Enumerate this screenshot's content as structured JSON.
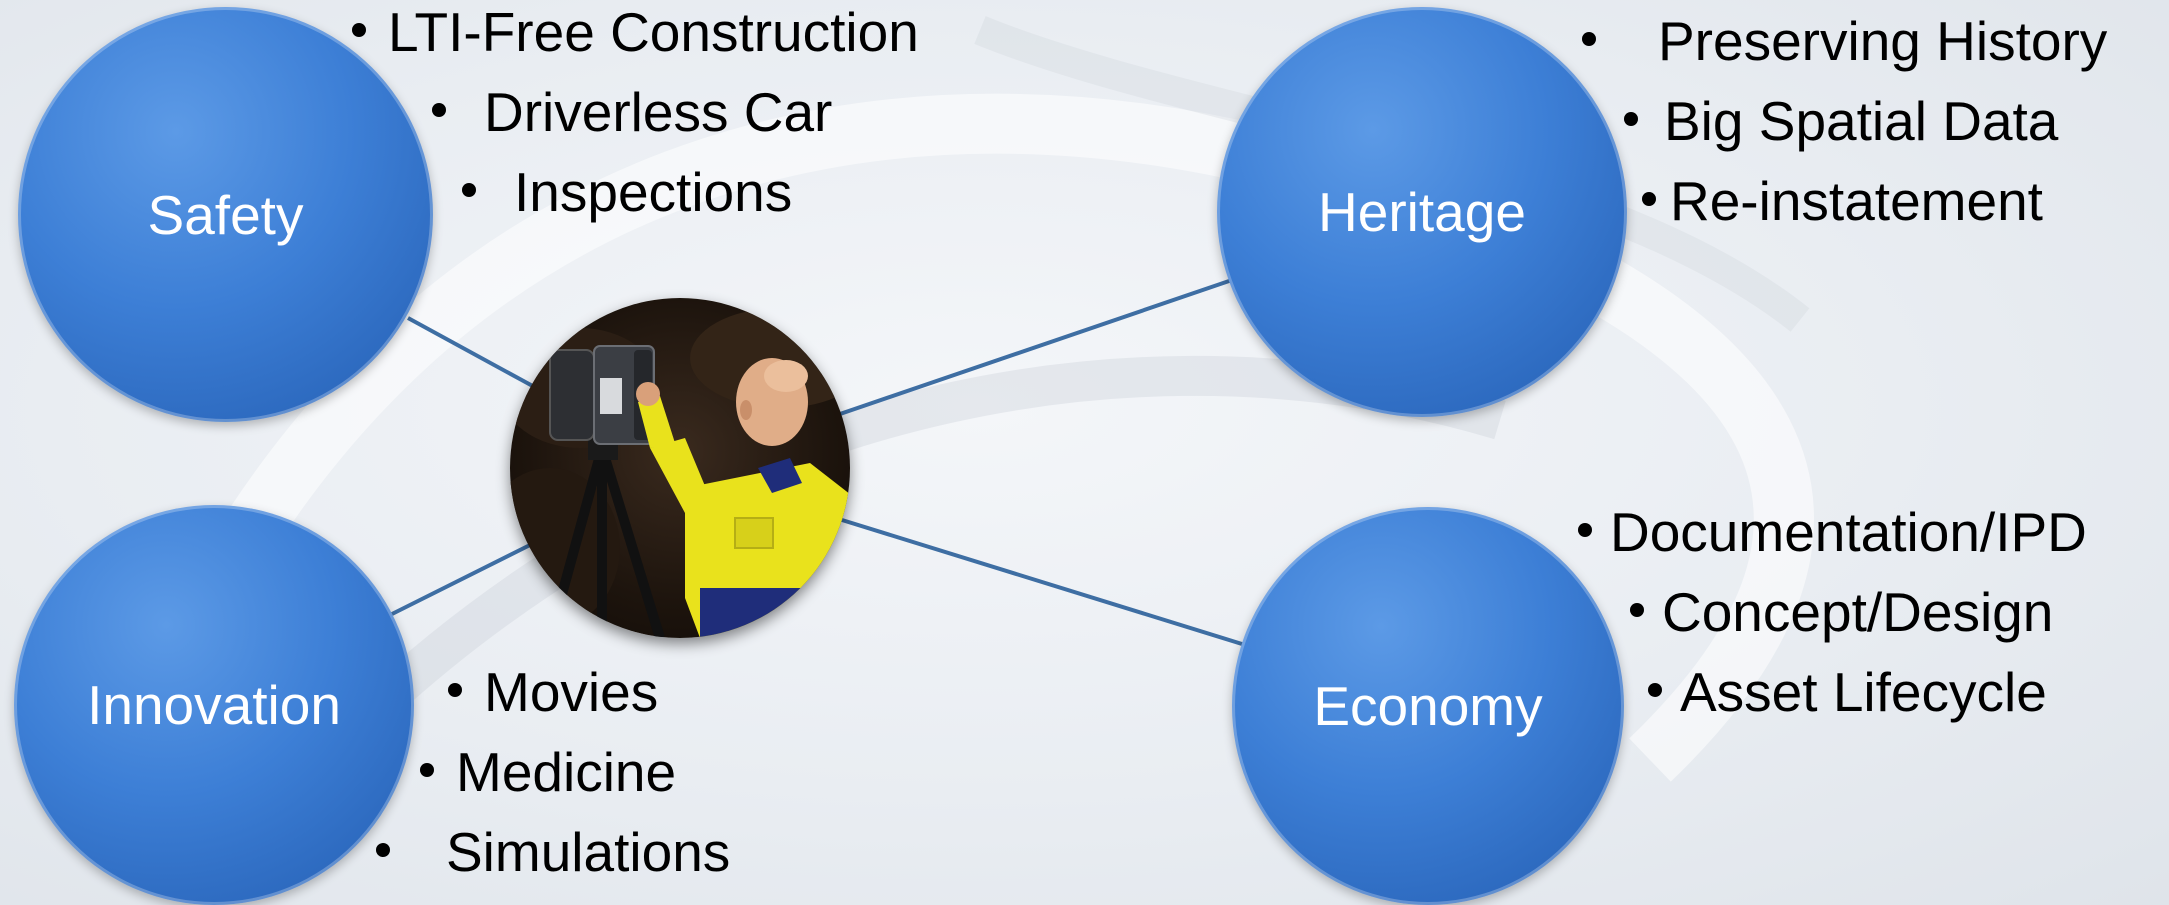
{
  "center_image": {
    "description_icon": "laser-scanner-operator-photo"
  },
  "nodes": [
    {
      "key": "safety",
      "label": "Safety",
      "bullets": [
        "LTI-Free Construction",
        "Driverless Car",
        "Inspections"
      ]
    },
    {
      "key": "heritage",
      "label": "Heritage",
      "bullets": [
        "Preserving History",
        "Big Spatial Data",
        "Re-instatement"
      ]
    },
    {
      "key": "innovation",
      "label": "Innovation",
      "bullets": [
        "Movies",
        "Medicine",
        "Simulations"
      ]
    },
    {
      "key": "economy",
      "label": "Economy",
      "bullets": [
        "Documentation/IPD",
        "Concept/Design",
        "Asset Lifecycle"
      ]
    }
  ],
  "colors": {
    "node_fill": "#3d7fd6",
    "connector": "#3e6ea3",
    "bullet_text": "#000000",
    "node_text": "#ffffff"
  }
}
